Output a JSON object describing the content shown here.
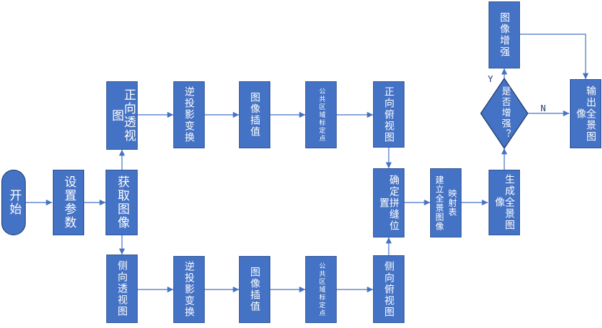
{
  "nodes": {
    "start": "开始",
    "set_params": "设置参数",
    "acquire_image": "获取图像",
    "front_persp": "正向透视图",
    "front_inv": "逆投影变换",
    "front_interp": "图像插值",
    "front_calib": "公共区域标定点",
    "front_top": "正向俯视图",
    "side_persp": "侧向透视图",
    "side_inv": "逆投影变换",
    "side_interp": "图像插值",
    "side_calib": "公共区域标定点",
    "side_top": "侧向俯视图",
    "stitch_pos": "确定拼缝位置",
    "map_col1": "建立全景图像",
    "map_col2": "映射表",
    "gen_pano": "生成全景图像",
    "enhance_q": "是否增强？",
    "enhance": "图像增强",
    "output": "输出全景图像"
  },
  "edge_labels": {
    "yes": "Y",
    "no": "N"
  },
  "colors": {
    "node_fill": "#4472c4",
    "node_border": "#2f5597",
    "edge": "#4472c4"
  }
}
